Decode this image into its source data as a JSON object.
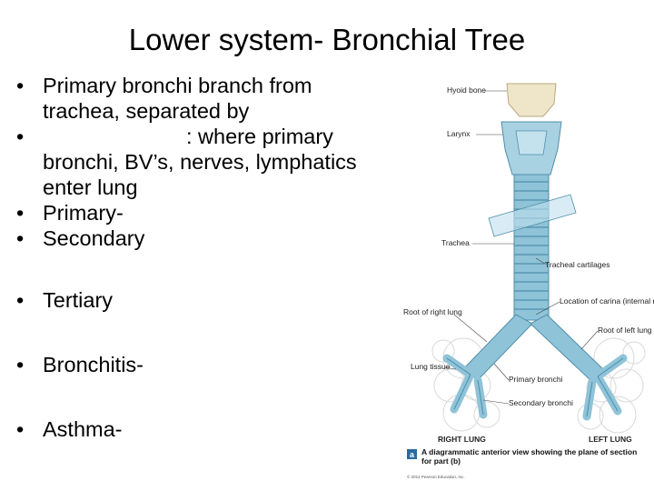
{
  "slide": {
    "title": "Lower system- Bronchial Tree",
    "bullets": [
      {
        "text": "Primary bronchi branch from trachea, separated by"
      },
      {
        "text": ": where primary bronchi, BV’s, nerves, lymphatics enter lung"
      },
      {
        "text": "Primary-"
      },
      {
        "text": "Secondary"
      },
      {
        "text": "Tertiary"
      },
      {
        "text": "Bronchitis-"
      },
      {
        "text": "Asthma-"
      }
    ],
    "bullet_glyph": "•"
  },
  "figure": {
    "labels": {
      "hyoid": "Hyoid bone",
      "larynx": "Larynx",
      "trachea": "Trachea",
      "tracheal_cartilages": "Tracheal cartilages",
      "carina": "Location of carina (internal ridge)",
      "root_right": "Root of right lung",
      "root_left": "Root of left lung",
      "lung_tissue": "Lung tissue",
      "primary_bronchi": "Primary bronchi",
      "secondary_bronchi": "Secondary bronchi",
      "right_lung": "RIGHT LUNG",
      "left_lung": "LEFT LUNG"
    },
    "caption_letter": "a",
    "caption": "A diagrammatic anterior view showing the plane of section for part (b)",
    "copyright": "© 2012 Pearson Education, Inc.",
    "colors": {
      "airway": "#8fc3d8",
      "airway_dark": "#4f8faa",
      "larynx": "#a8d2e2",
      "hyoid": "#efe5c8",
      "caption_badge": "#2a6aa0"
    }
  }
}
